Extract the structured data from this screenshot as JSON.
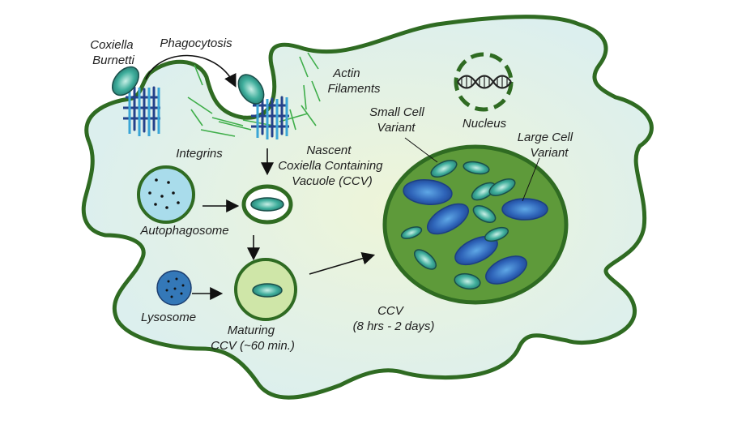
{
  "labels": {
    "coxiella": [
      "Coxiella",
      "Burnetti"
    ],
    "phagocytosis": "Phagocytosis",
    "actin": [
      "Actin",
      "Filaments"
    ],
    "nucleus": "Nucleus",
    "small_cell": [
      "Small Cell",
      "Variant"
    ],
    "large_cell": [
      "Large Cell",
      "Variant"
    ],
    "integrins": "Integrins",
    "nascent": [
      "Nascent",
      "Coxiella Containing",
      "Vacuole (CCV)"
    ],
    "autophagosome": "Autophagosome",
    "lysosome": "Lysosome",
    "maturing": [
      "Maturing",
      "CCV (~60 min.)"
    ],
    "ccv": [
      "CCV",
      "(8 hrs - 2 days)"
    ]
  },
  "colors": {
    "membrane": "#2f6b22",
    "cytoplasm": "#dff0ee",
    "ccv_fill": "#5e9a3a",
    "teal_bacterium": "#2e9c8c",
    "blue_bacterium": "#2a63b5",
    "integrin_dark": "#24418a",
    "integrin_light": "#3aa5d6",
    "actin": "#3fae4a",
    "autophagosome_fill": "#a9dceb",
    "lysosome_fill": "#3478b8",
    "maturing_fill": "#cfe6a8"
  }
}
